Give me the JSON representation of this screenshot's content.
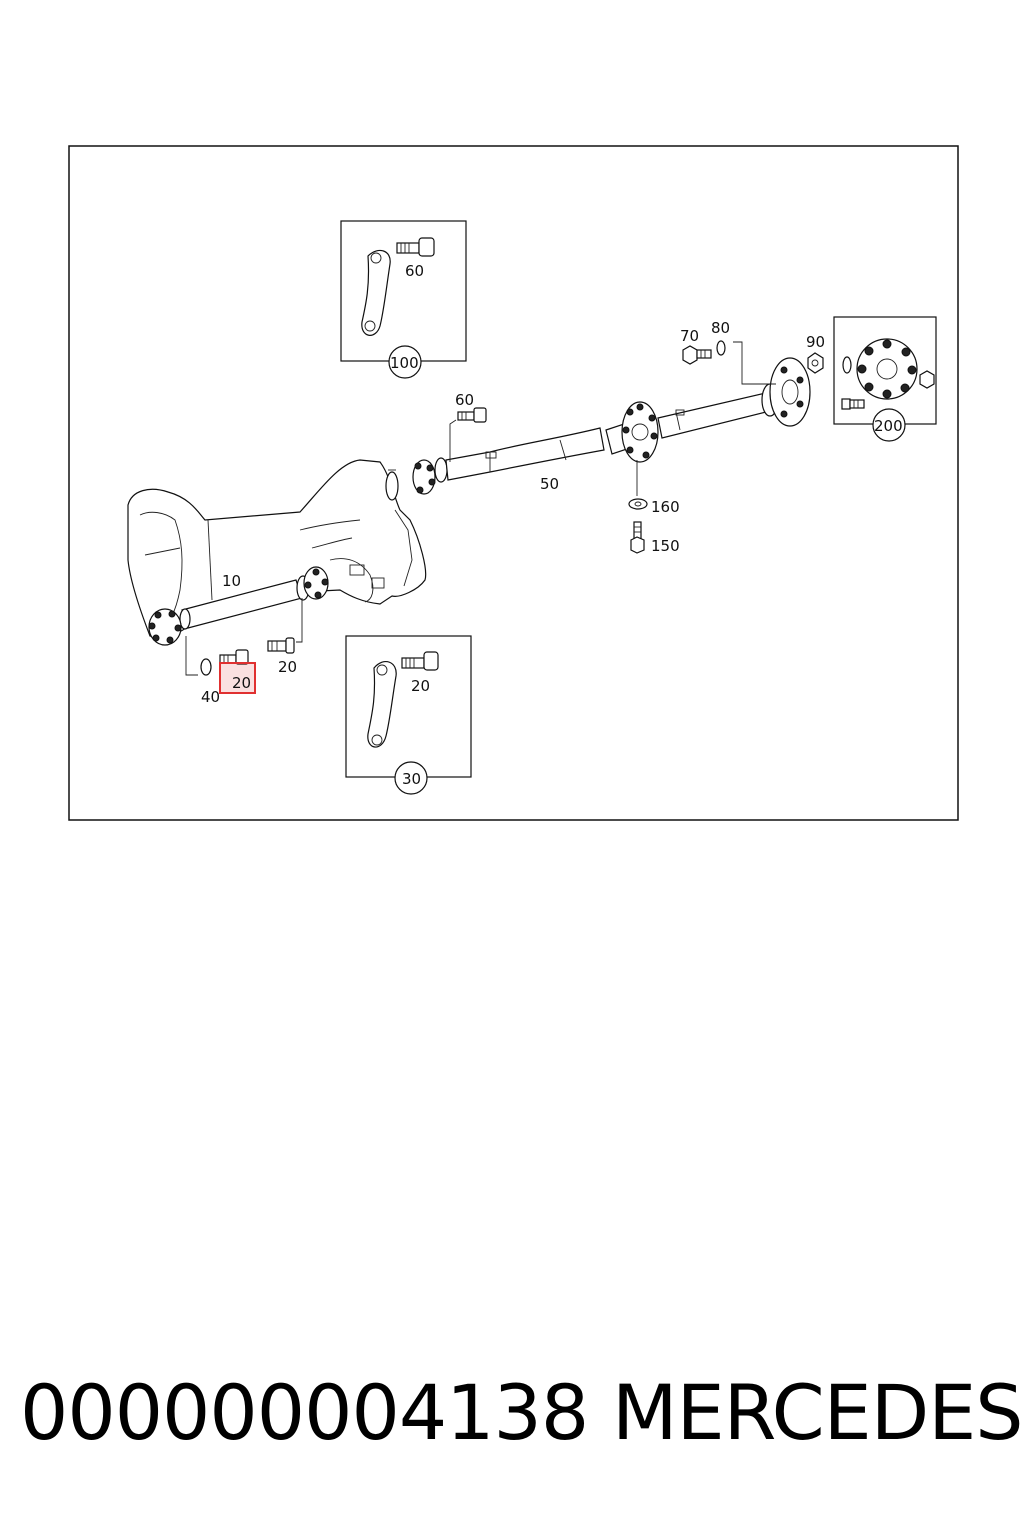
{
  "diagram": {
    "labels": {
      "l60_top": "60",
      "l100": "100",
      "l70": "70",
      "l80": "80",
      "l90": "90",
      "l200": "200",
      "l60_mid": "60",
      "l50": "50",
      "l160": "160",
      "l150": "150",
      "l10": "10",
      "l20_a": "20",
      "l20_b": "20",
      "l40": "40",
      "l20_c": "20",
      "l30": "30"
    },
    "highlight_color": "#e03030"
  },
  "footer": {
    "part_number": "000000004138",
    "brand": "MERCEDES"
  }
}
